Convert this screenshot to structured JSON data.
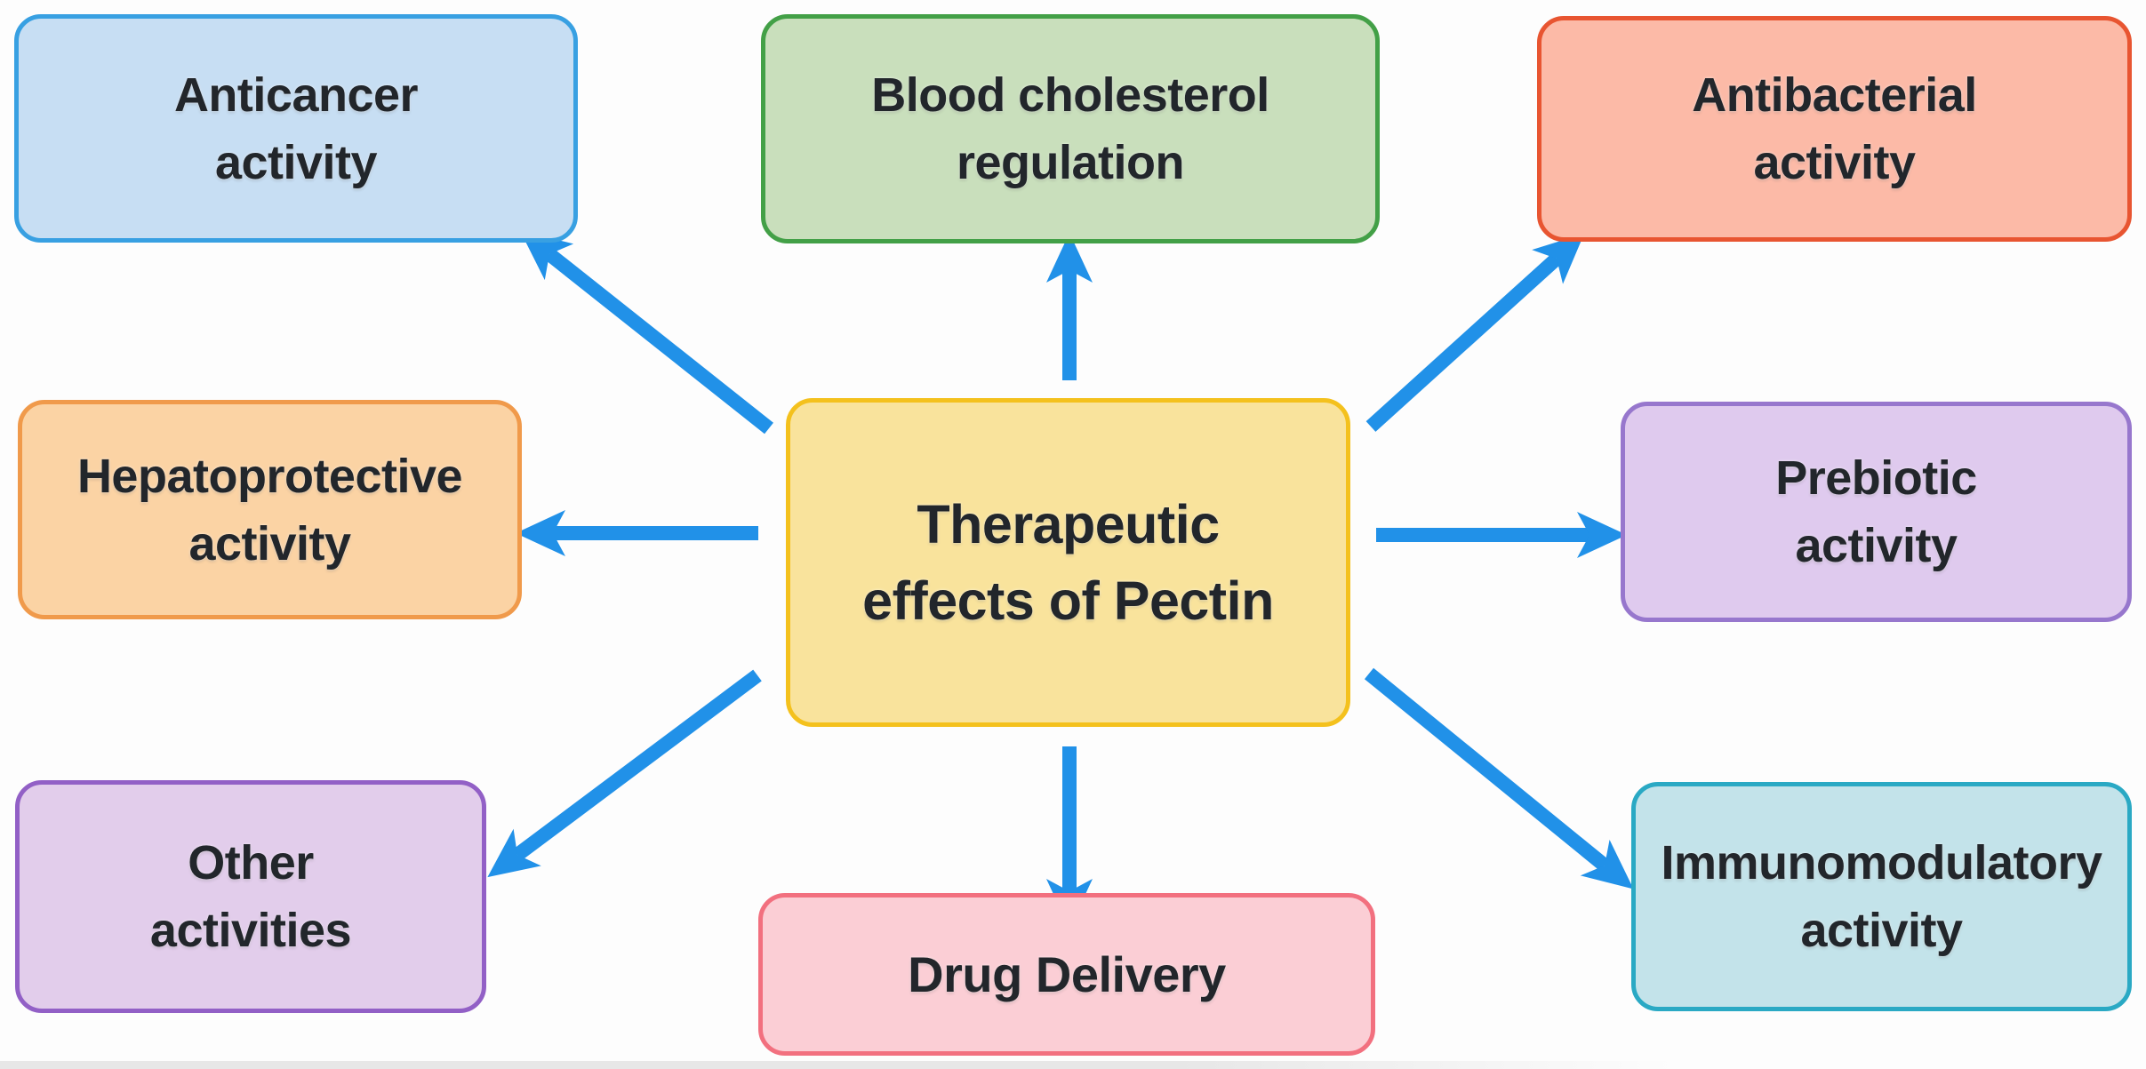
{
  "diagram": {
    "type": "hub-and-spoke",
    "nodes": {
      "center": {
        "label": "Therapeutic effects of Pectin",
        "line1": "Therapeutic",
        "line2": "effects of Pectin",
        "fill": "#f9e39c",
        "border": "#f4c11d"
      },
      "anticancer": {
        "label": "Anticancer activity",
        "line1": "Anticancer",
        "line2": "activity",
        "fill": "#c7def3",
        "border": "#38a0e2"
      },
      "blood": {
        "label": "Blood cholesterol regulation",
        "line1": "Blood cholesterol",
        "line2": "regulation",
        "fill": "#c9dfbc",
        "border": "#43a047"
      },
      "antibacterial": {
        "label": "Antibacterial activity",
        "line1": "Antibacterial",
        "line2": "activity",
        "fill": "#fcbaa7",
        "border": "#e85531"
      },
      "hepato": {
        "label": "Hepatoprotective activity",
        "line1": "Hepatoprotective",
        "line2": "activity",
        "fill": "#fbd3a4",
        "border": "#f09a4b"
      },
      "prebiotic": {
        "label": "Prebiotic activity",
        "line1": "Prebiotic",
        "line2": "activity",
        "fill": "#dfcaee",
        "border": "#9777cd"
      },
      "other": {
        "label": "Other activities",
        "line1": "Other",
        "line2": "activities",
        "fill": "#e2cdeb",
        "border": "#9260c6"
      },
      "drug": {
        "label": "Drug Delivery",
        "line1": "Drug Delivery",
        "fill": "#fbced5",
        "border": "#f2707f"
      },
      "immuno": {
        "label": "Immunomodulatory activity",
        "line1": "Immunomodulatory",
        "line2": "activity",
        "fill": "#c3e3ea",
        "border": "#2aa9c4"
      }
    },
    "edges": [
      {
        "from": "center",
        "to": "anticancer"
      },
      {
        "from": "center",
        "to": "blood"
      },
      {
        "from": "center",
        "to": "antibacterial"
      },
      {
        "from": "center",
        "to": "hepato"
      },
      {
        "from": "center",
        "to": "prebiotic"
      },
      {
        "from": "center",
        "to": "other"
      },
      {
        "from": "center",
        "to": "drug"
      },
      {
        "from": "center",
        "to": "immuno"
      }
    ],
    "colors": {
      "arrow": "#2191e8",
      "background": "#fdfdfd",
      "text": "#22262b"
    }
  }
}
